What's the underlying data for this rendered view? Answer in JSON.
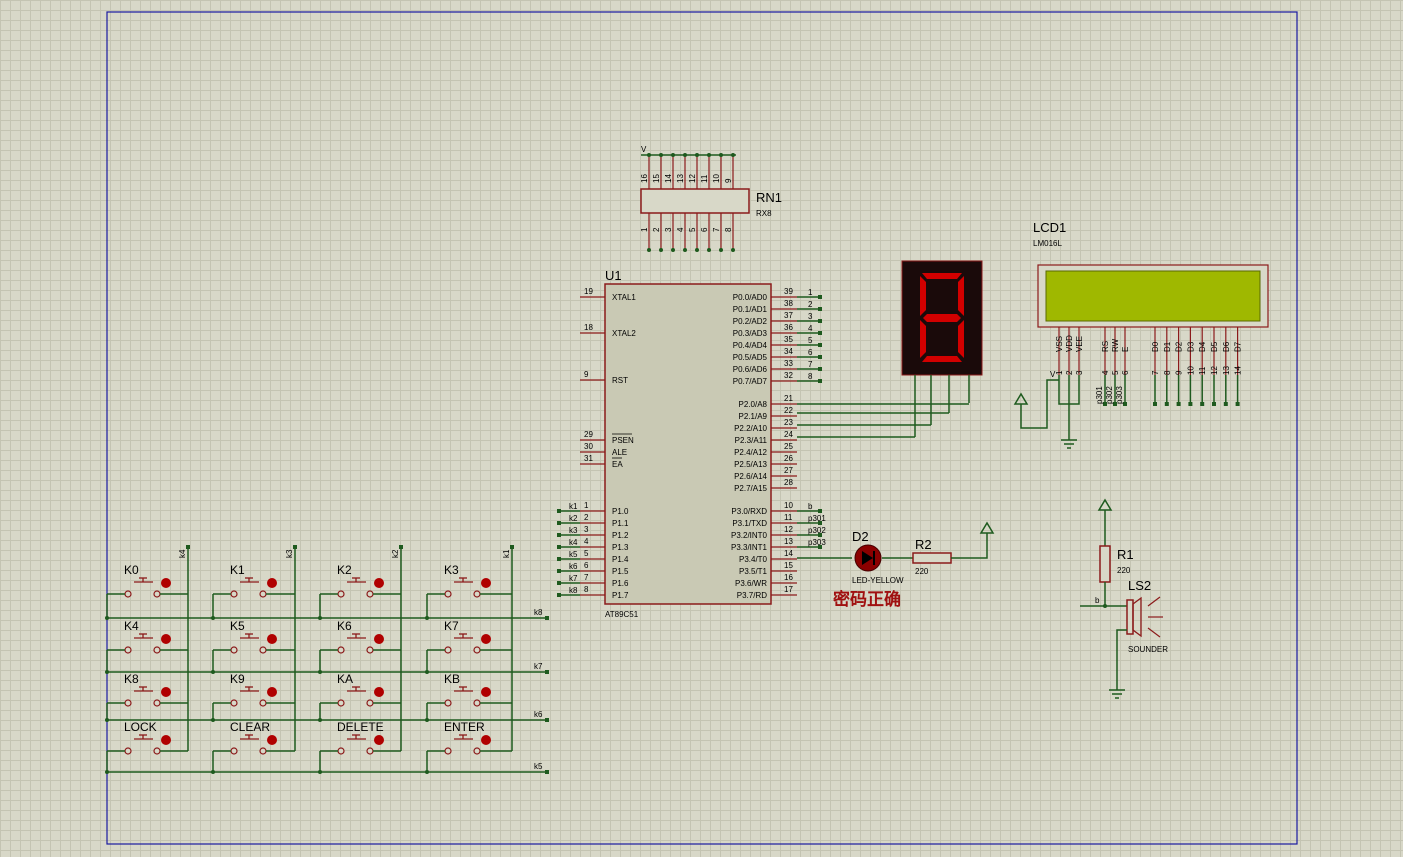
{
  "schematic": {
    "u1": {
      "ref": "U1",
      "part": "AT89C51",
      "left_pins": [
        {
          "num": "19",
          "name": "XTAL1"
        },
        {
          "num": "18",
          "name": "XTAL2"
        },
        {
          "num": "9",
          "name": "RST"
        },
        {
          "num": "29",
          "name": "PSEN"
        },
        {
          "num": "30",
          "name": "ALE"
        },
        {
          "num": "31",
          "name": "EA"
        },
        {
          "num": "1",
          "name": "P1.0",
          "net": "k1"
        },
        {
          "num": "2",
          "name": "P1.1",
          "net": "k2"
        },
        {
          "num": "3",
          "name": "P1.2",
          "net": "k3"
        },
        {
          "num": "4",
          "name": "P1.3",
          "net": "k4"
        },
        {
          "num": "5",
          "name": "P1.4",
          "net": "k5"
        },
        {
          "num": "6",
          "name": "P1.5",
          "net": "k6"
        },
        {
          "num": "7",
          "name": "P1.6",
          "net": "k7"
        },
        {
          "num": "8",
          "name": "P1.7",
          "net": "k8"
        }
      ],
      "right_pins": [
        {
          "num": "39",
          "name": "P0.0/AD0",
          "net": "1"
        },
        {
          "num": "38",
          "name": "P0.1/AD1",
          "net": "2"
        },
        {
          "num": "37",
          "name": "P0.2/AD2",
          "net": "3"
        },
        {
          "num": "36",
          "name": "P0.3/AD3",
          "net": "4"
        },
        {
          "num": "35",
          "name": "P0.4/AD4",
          "net": "5"
        },
        {
          "num": "34",
          "name": "P0.5/AD5",
          "net": "6"
        },
        {
          "num": "33",
          "name": "P0.6/AD6",
          "net": "7"
        },
        {
          "num": "32",
          "name": "P0.7/AD7",
          "net": "8"
        },
        {
          "num": "21",
          "name": "P2.0/A8"
        },
        {
          "num": "22",
          "name": "P2.1/A9"
        },
        {
          "num": "23",
          "name": "P2.2/A10"
        },
        {
          "num": "24",
          "name": "P2.3/A11"
        },
        {
          "num": "25",
          "name": "P2.4/A12"
        },
        {
          "num": "26",
          "name": "P2.5/A13"
        },
        {
          "num": "27",
          "name": "P2.6/A14"
        },
        {
          "num": "28",
          "name": "P2.7/A15"
        },
        {
          "num": "10",
          "name": "P3.0/RXD",
          "net": "b"
        },
        {
          "num": "11",
          "name": "P3.1/TXD",
          "net": "p301"
        },
        {
          "num": "12",
          "name": "P3.2/INT0",
          "net": "p302"
        },
        {
          "num": "13",
          "name": "P3.3/INT1",
          "net": "p303"
        },
        {
          "num": "14",
          "name": "P3.4/T0"
        },
        {
          "num": "15",
          "name": "P3.5/T1"
        },
        {
          "num": "16",
          "name": "P3.6/WR"
        },
        {
          "num": "17",
          "name": "P3.7/RD"
        }
      ]
    },
    "rn1": {
      "ref": "RN1",
      "part": "RX8",
      "top_pins": [
        "16",
        "15",
        "14",
        "13",
        "12",
        "11",
        "10",
        "9"
      ],
      "bottom_pins": [
        "1",
        "2",
        "3",
        "4",
        "5",
        "6",
        "7",
        "8"
      ],
      "net": "V"
    },
    "lcd1": {
      "ref": "LCD1",
      "part": "LM016L",
      "pins": [
        {
          "name": "VSS",
          "num": "1"
        },
        {
          "name": "VDD",
          "num": "2"
        },
        {
          "name": "VEE",
          "num": "3"
        },
        {
          "name": "RS",
          "num": "4",
          "net": "p301"
        },
        {
          "name": "RW",
          "num": "5",
          "net": "p302"
        },
        {
          "name": "E",
          "num": "6",
          "net": "p303"
        },
        {
          "name": "D0",
          "num": "7"
        },
        {
          "name": "D1",
          "num": "8"
        },
        {
          "name": "D2",
          "num": "9"
        },
        {
          "name": "D3",
          "num": "10"
        },
        {
          "name": "D4",
          "num": "11"
        },
        {
          "name": "D5",
          "num": "12"
        },
        {
          "name": "D6",
          "num": "13"
        },
        {
          "name": "D7",
          "num": "14"
        }
      ],
      "net": "V"
    },
    "d2": {
      "ref": "D2",
      "part": "LED-YELLOW"
    },
    "r2": {
      "ref": "R2",
      "value": "220"
    },
    "r1": {
      "ref": "R1",
      "value": "220"
    },
    "ls2": {
      "ref": "LS2",
      "part": "SOUNDER",
      "net": "b"
    },
    "status_text": "密码正确",
    "keys": [
      "K0",
      "K1",
      "K2",
      "K3",
      "K4",
      "K5",
      "K6",
      "K7",
      "K8",
      "K9",
      "KA",
      "KB",
      "LOCK",
      "CLEAR",
      "DELETE",
      "ENTER"
    ],
    "col_nets": [
      "k4",
      "k3",
      "k2",
      "k1"
    ],
    "row_nets": [
      "k8",
      "k7",
      "k6",
      "k5"
    ],
    "seg_display_value": "8"
  }
}
